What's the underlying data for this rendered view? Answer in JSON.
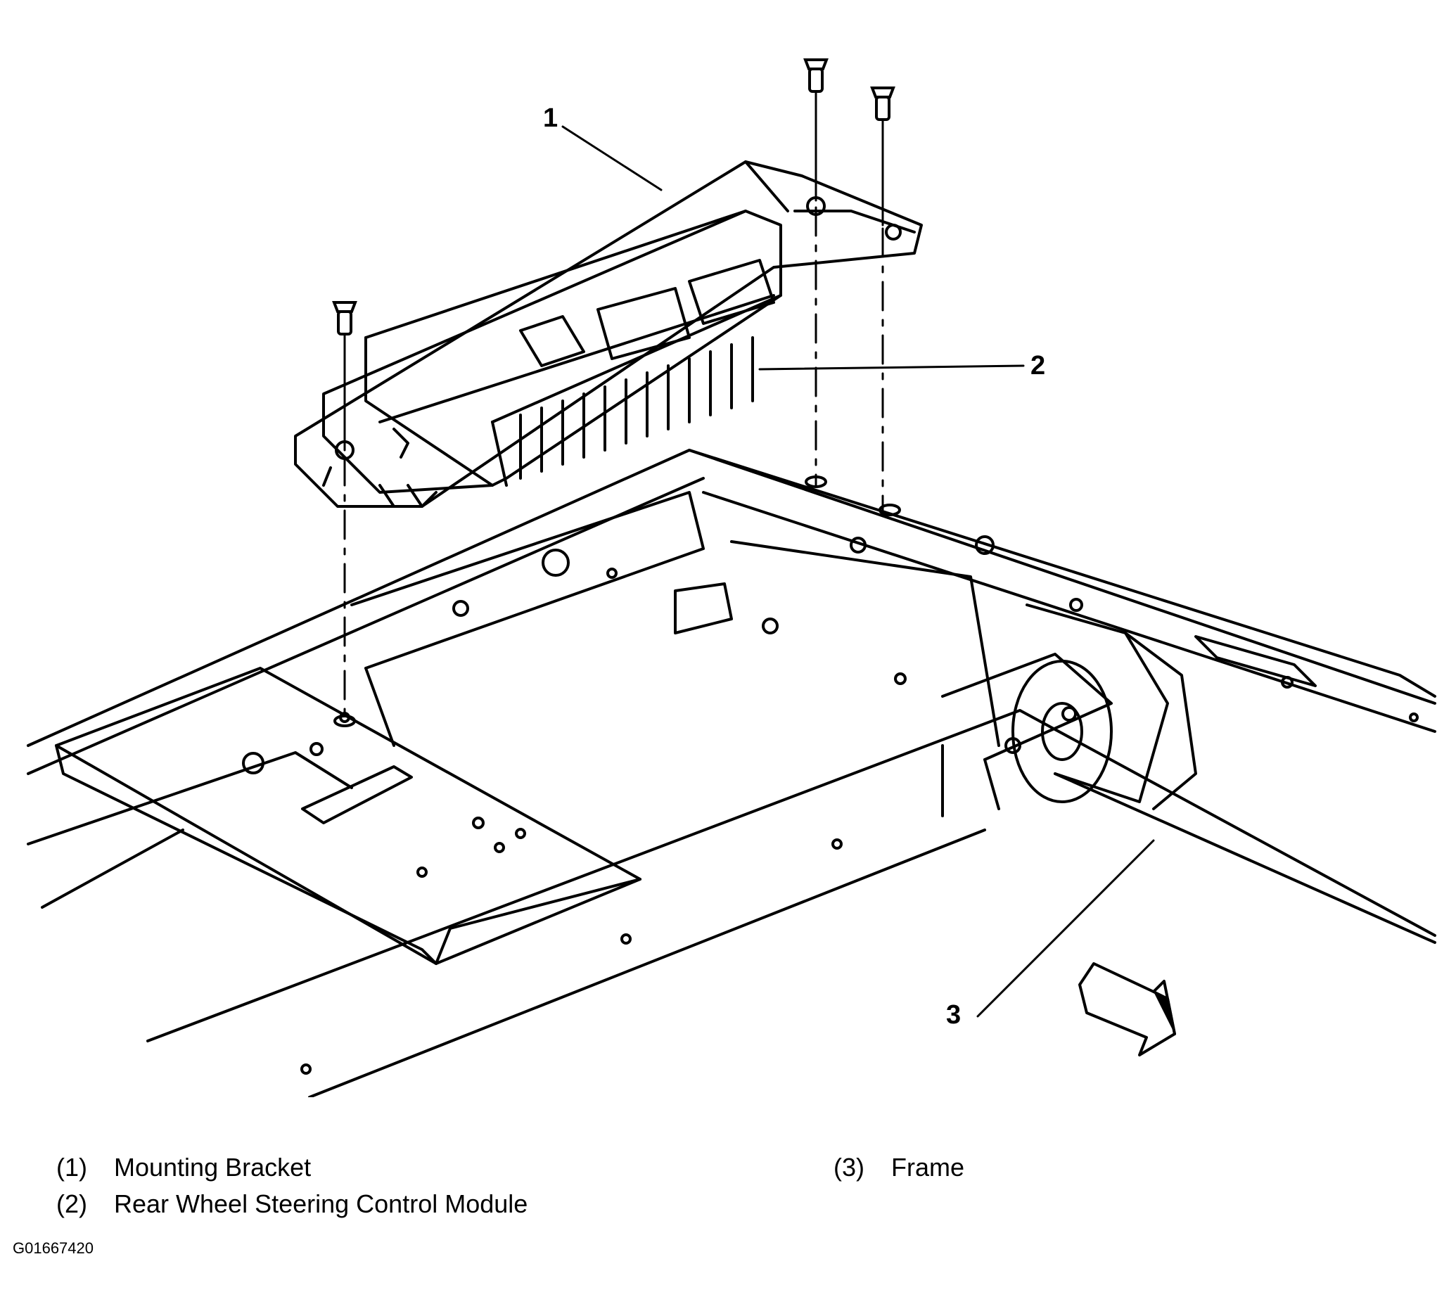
{
  "callouts": [
    "1",
    "2",
    "3"
  ],
  "legend": [
    {
      "number": "(1)",
      "label": "Mounting Bracket"
    },
    {
      "number": "(2)",
      "label": "Rear Wheel Steering Control Module"
    },
    {
      "number": "(3)",
      "label": "Frame"
    }
  ],
  "figure_id": "G01667420",
  "icons": {
    "fasteners": "bolt-icon",
    "direction": "forward-arrow-icon"
  }
}
